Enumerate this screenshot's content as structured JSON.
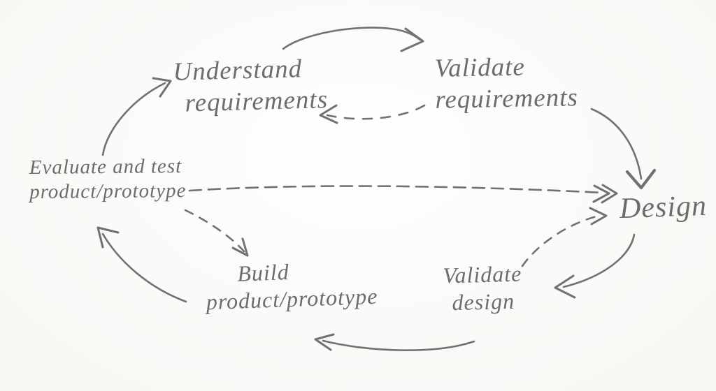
{
  "canvas": {
    "background_color": "#fbfbf8",
    "ink_color": "#717171"
  },
  "diagram": {
    "type": "hand-drawn-cycle",
    "nodes": [
      {
        "id": "understand-requirements",
        "line1": "Understand",
        "line2": "requirements"
      },
      {
        "id": "validate-requirements",
        "line1": "Validate",
        "line2": "requirements"
      },
      {
        "id": "design",
        "line1": "Design"
      },
      {
        "id": "validate-design",
        "line1": "Validate",
        "line2": "design"
      },
      {
        "id": "build",
        "line1": "Build",
        "line2": "product/prototype"
      },
      {
        "id": "evaluate-test",
        "line1": "Evaluate and test",
        "line2": "product/prototype"
      }
    ],
    "edges": [
      {
        "from": "understand-requirements",
        "to": "validate-requirements",
        "style": "solid"
      },
      {
        "from": "validate-requirements",
        "to": "understand-requirements",
        "style": "dashed"
      },
      {
        "from": "validate-requirements",
        "to": "design",
        "style": "solid"
      },
      {
        "from": "design",
        "to": "validate-design",
        "style": "solid"
      },
      {
        "from": "validate-design",
        "to": "design",
        "style": "dashed"
      },
      {
        "from": "validate-design",
        "to": "build",
        "style": "solid"
      },
      {
        "from": "evaluate-test",
        "to": "build",
        "style": "dashed"
      },
      {
        "from": "build",
        "to": "evaluate-test",
        "style": "solid"
      },
      {
        "from": "evaluate-test",
        "to": "design",
        "style": "dashed"
      },
      {
        "from": "evaluate-test",
        "to": "understand-requirements",
        "style": "solid"
      }
    ]
  }
}
